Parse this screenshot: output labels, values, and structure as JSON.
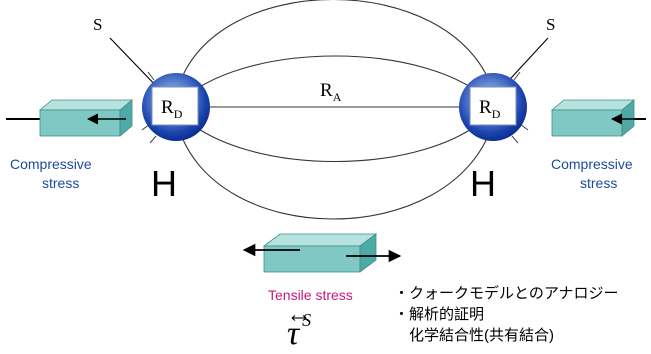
{
  "diagram": {
    "nodes": {
      "left": {
        "letter": "R",
        "subscript": "D",
        "endpoint_label": "S",
        "atom_label": "H"
      },
      "right": {
        "letter": "R",
        "subscript": "D",
        "endpoint_label": "S",
        "atom_label": "H"
      }
    },
    "bond_label": {
      "letter": "R",
      "subscript": "A"
    },
    "compressive_left": {
      "line1": "Compressive",
      "line2": "stress"
    },
    "compressive_right": {
      "line1": "Compressive",
      "line2": "stress"
    },
    "tensile_label": "Tensile stress",
    "tensor_symbol": {
      "base": "τ",
      "superscript": "S"
    },
    "notes": [
      "・クォークモデルとのアナロジー",
      "・解析的証明",
      "　化学結合性(共有結合)"
    ],
    "colors": {
      "sphere_center": "#e8f1fb",
      "sphere_edge": "#0a2f8c",
      "box_face": "#7fc8c4",
      "box_top": "#b6e2df",
      "box_side": "#4fa9a4",
      "compressive_text": "#1b4a9c",
      "tensile_text": "#c8187e"
    }
  }
}
